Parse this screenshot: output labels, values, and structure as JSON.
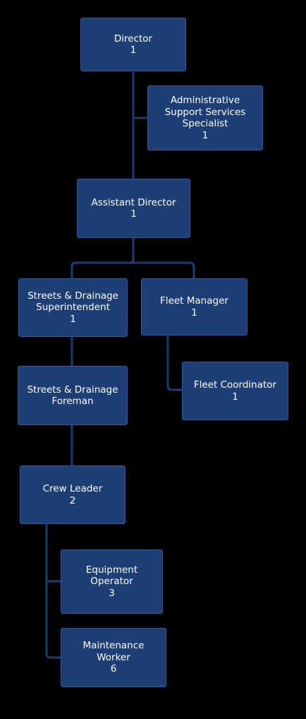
{
  "colors": {
    "background": "#000000",
    "node_fill": "#1e3f76",
    "node_border": "#2f5797",
    "connector": "#1c3c72",
    "text": "#ffffff"
  },
  "nodes": {
    "director": {
      "line1": "Director",
      "count": "1"
    },
    "admin_support": {
      "line1": "Administrative",
      "line2": "Support Services",
      "line3": "Specialist",
      "count": "1"
    },
    "assistant_director": {
      "line1": "Assistant Director",
      "count": "1"
    },
    "streets_superintendent": {
      "line1": "Streets & Drainage",
      "line2": "Superintendent",
      "count": "1"
    },
    "fleet_manager": {
      "line1": "Fleet Manager",
      "count": "1"
    },
    "streets_foreman": {
      "line1": "Streets & Drainage",
      "line2": "Foreman"
    },
    "fleet_coordinator": {
      "line1": "Fleet Coordinator",
      "count": "1"
    },
    "crew_leader": {
      "line1": "Crew Leader",
      "count": "2"
    },
    "equipment_operator": {
      "line1": "Equipment",
      "line2": "Operator",
      "count": "3"
    },
    "maintenance_worker": {
      "line1": "Maintenance",
      "line2": "Worker",
      "count": "6"
    }
  }
}
